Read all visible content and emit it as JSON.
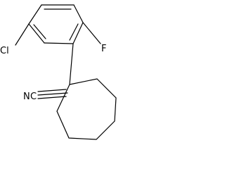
{
  "structure": {
    "atoms": {
      "chlorine": "Cl",
      "fluorine": "F",
      "nitrile_n": "N",
      "nitrile_c": "C"
    }
  }
}
